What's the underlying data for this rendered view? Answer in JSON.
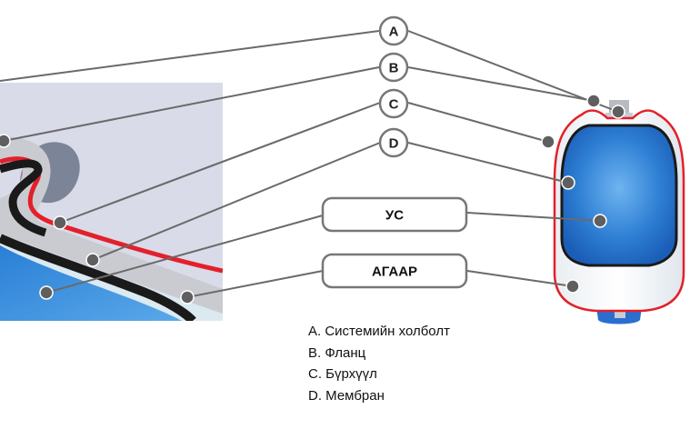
{
  "callouts": [
    {
      "id": "a",
      "letter": "A"
    },
    {
      "id": "b",
      "letter": "B"
    },
    {
      "id": "c",
      "letter": "C"
    },
    {
      "id": "d",
      "letter": "D"
    }
  ],
  "boxes": [
    {
      "id": "water",
      "label": "УС"
    },
    {
      "id": "air",
      "label": "АГААР"
    }
  ],
  "legend": [
    "A. Системийн холболт",
    "B. Фланц",
    "C. Бүрхүүл",
    "D. Мембран"
  ],
  "colors": {
    "shell_red": "#e3202a",
    "membrane_black": "#1a1a1a",
    "water_blue": "#1f6fd0",
    "air_light": "#dde8f0",
    "leader_gray": "#666666",
    "panel_bg": "#d9dbe8"
  }
}
